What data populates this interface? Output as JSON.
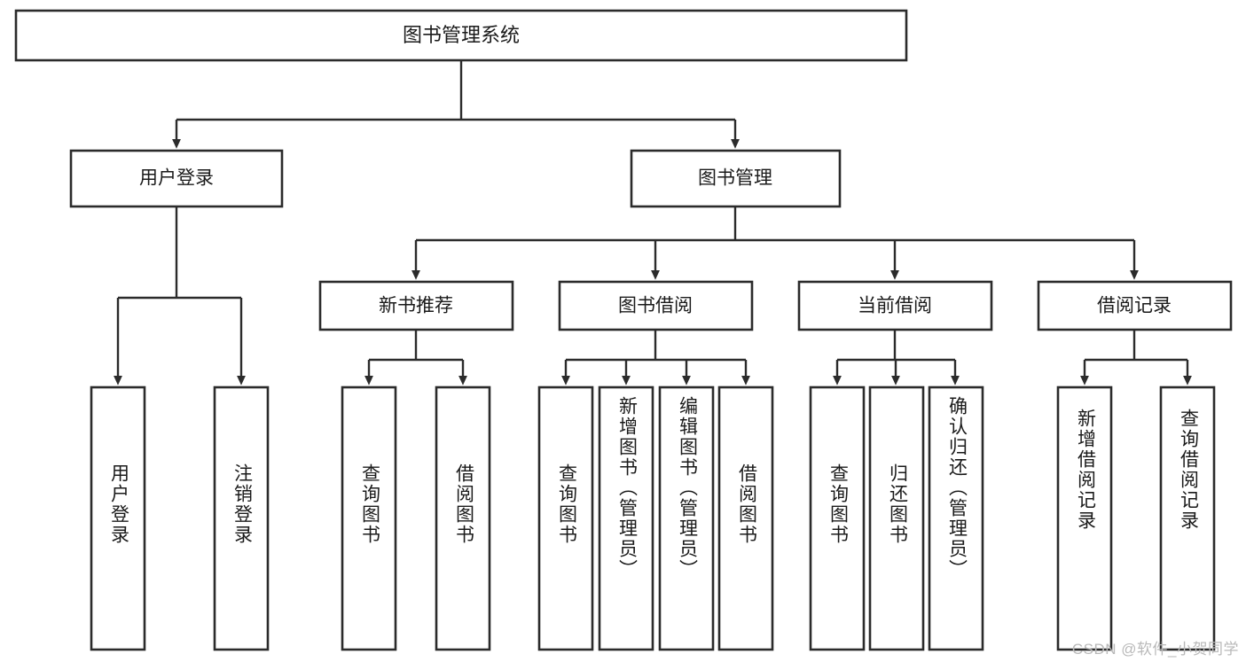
{
  "diagram": {
    "type": "tree",
    "title": "图书管理系统",
    "watermark": "CSDN @软件_小贺同学",
    "colors": {
      "stroke": "#2b2b2b",
      "fill": "#ffffff",
      "text": "#1a1a1a",
      "watermark": "#b9b9b9"
    },
    "root": {
      "label": "图书管理系统"
    },
    "level2": [
      {
        "label": "用户登录"
      },
      {
        "label": "图书管理"
      }
    ],
    "level3": [
      {
        "label": "新书推荐"
      },
      {
        "label": "图书借阅"
      },
      {
        "label": "当前借阅"
      },
      {
        "label": "借阅记录"
      }
    ],
    "leaves": {
      "user_login": [
        {
          "label": "用户登录"
        },
        {
          "label": "注销登录"
        }
      ],
      "new_book_recommend": [
        {
          "label": "查询图书"
        },
        {
          "label": "借阅图书"
        }
      ],
      "book_borrow": [
        {
          "label": "查询图书"
        },
        {
          "label": "新增图书（管理员）"
        },
        {
          "label": "编辑图书（管理员）"
        },
        {
          "label": "借阅图书"
        }
      ],
      "current_borrow": [
        {
          "label": "查询图书"
        },
        {
          "label": "归还图书"
        },
        {
          "label": "确认归还（管理员）"
        }
      ],
      "borrow_record": [
        {
          "label": "新增借阅记录"
        },
        {
          "label": "查询借阅记录"
        }
      ]
    }
  }
}
